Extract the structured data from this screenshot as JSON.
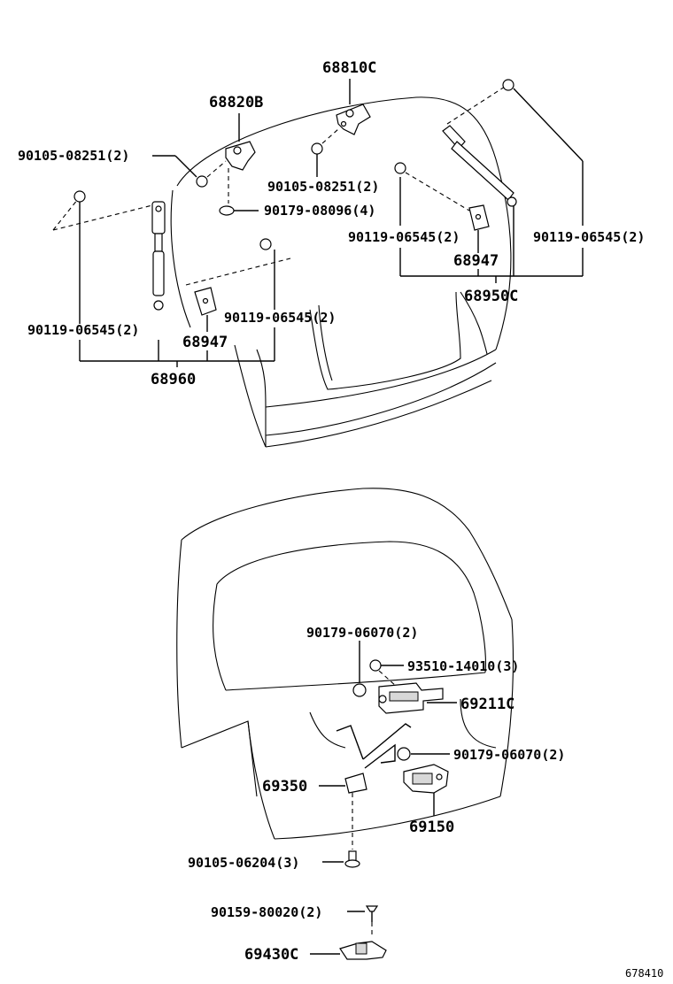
{
  "labels": {
    "p68810C": "68810C",
    "p68820B": "68820B",
    "p90105_08251_a": "90105-08251(2)",
    "p90105_08251_b": "90105-08251(2)",
    "p90179_08096": "90179-08096(4)",
    "p90119_06545_a": "90119-06545(2)",
    "p90119_06545_b": "90119-06545(2)",
    "p90119_06545_c": "90119-06545(2)",
    "p90119_06545_d": "90119-06545(2)",
    "p68947_a": "68947",
    "p68947_b": "68947",
    "p68950C": "68950C",
    "p68960": "68960",
    "p90179_06070_a": "90179-06070(2)",
    "p93510_14010": "93510-14010(3)",
    "p69211C": "69211C",
    "p90179_06070_b": "90179-06070(2)",
    "p69350": "69350",
    "p69150": "69150",
    "p90105_06204": "90105-06204(3)",
    "p90159_80020": "90159-80020(2)",
    "p69430C": "69430C",
    "figure_id": "678410"
  }
}
